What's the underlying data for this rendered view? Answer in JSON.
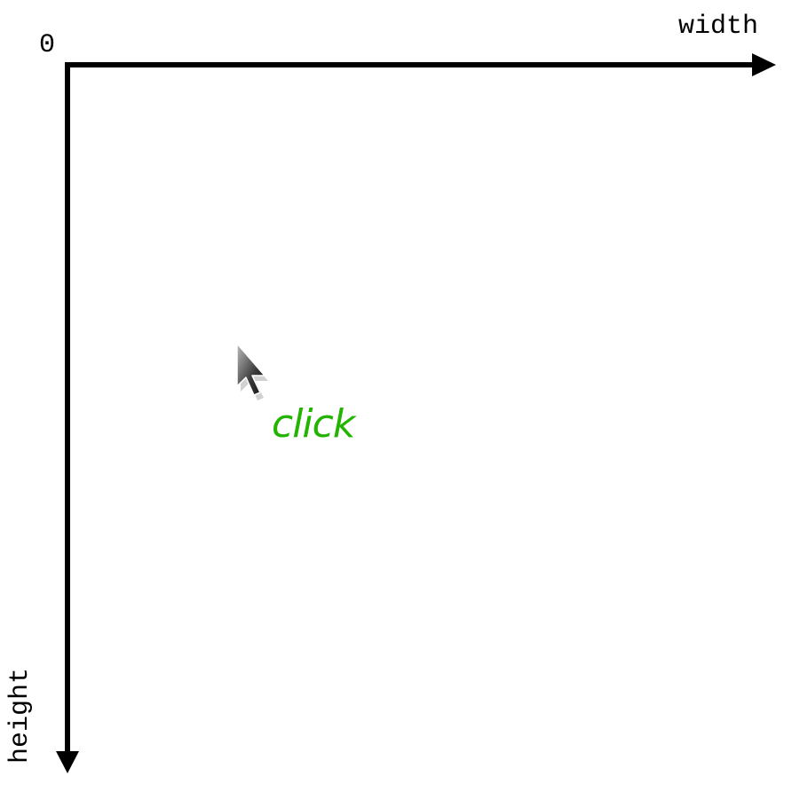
{
  "labels": {
    "origin": "0",
    "width": "width",
    "height": "height"
  },
  "annotation": {
    "text": "click",
    "color": "#22b400"
  },
  "cursor": {
    "icon": "mouse-pointer-icon"
  },
  "colors": {
    "axis": "#000000",
    "background": "#ffffff"
  }
}
